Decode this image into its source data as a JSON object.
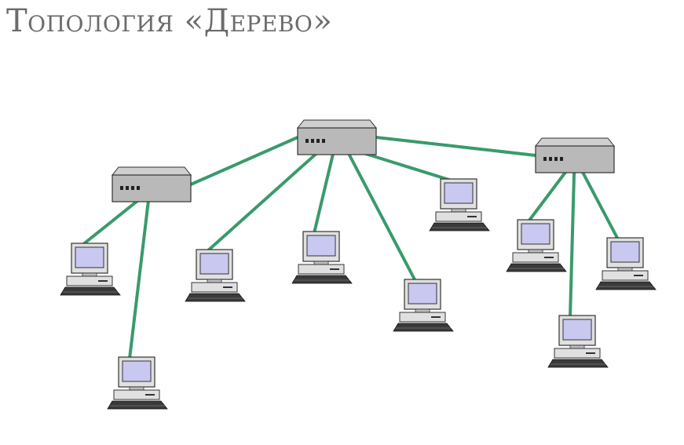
{
  "title": "Топология «Дерево»",
  "colors": {
    "link": "#3a9a6b",
    "hub_top": "#cfcfcf",
    "hub_front": "#b9b9b9",
    "hub_edge": "#333333",
    "screen": "#c8c8f0",
    "monitor": "#e0e0e0",
    "keyboard": "#3a3a3a"
  },
  "icons": {
    "hub": "network-hub-icon",
    "computer": "desktop-computer-icon"
  },
  "nodes": {
    "hubs": [
      "hub-left",
      "hub-center",
      "hub-right"
    ],
    "computers": [
      "pc-left-1",
      "pc-left-2",
      "pc-center-1",
      "pc-center-2",
      "pc-center-3",
      "pc-center-4",
      "pc-right-1",
      "pc-right-2",
      "pc-right-3"
    ]
  },
  "edges": [
    [
      "hub-center",
      "hub-left"
    ],
    [
      "hub-center",
      "hub-right"
    ],
    [
      "hub-left",
      "pc-left-1"
    ],
    [
      "hub-left",
      "pc-left-2"
    ],
    [
      "hub-center",
      "pc-center-1"
    ],
    [
      "hub-center",
      "pc-center-2"
    ],
    [
      "hub-center",
      "pc-center-3"
    ],
    [
      "hub-center",
      "pc-center-4"
    ],
    [
      "hub-right",
      "pc-right-1"
    ],
    [
      "hub-right",
      "pc-right-2"
    ],
    [
      "hub-right",
      "pc-right-3"
    ]
  ]
}
